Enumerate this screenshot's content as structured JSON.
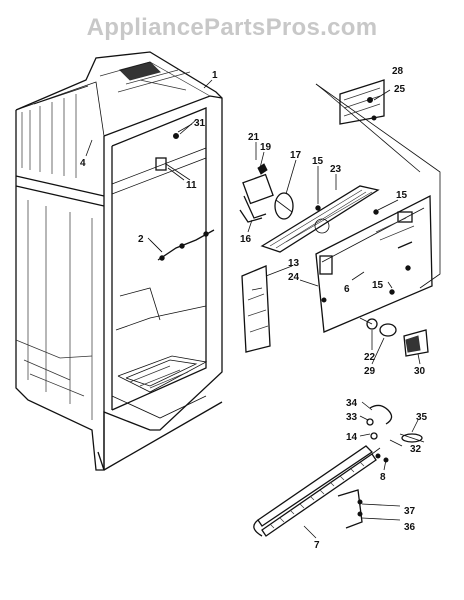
{
  "watermark": "AppliancePartsPros.com",
  "callouts": [
    "1",
    "2",
    "4",
    "6",
    "7",
    "8",
    "11",
    "13",
    "14",
    "15",
    "15",
    "15",
    "16",
    "17",
    "19",
    "21",
    "22",
    "23",
    "24",
    "25",
    "28",
    "29",
    "30",
    "31",
    "32",
    "33",
    "34",
    "35",
    "36",
    "37"
  ]
}
